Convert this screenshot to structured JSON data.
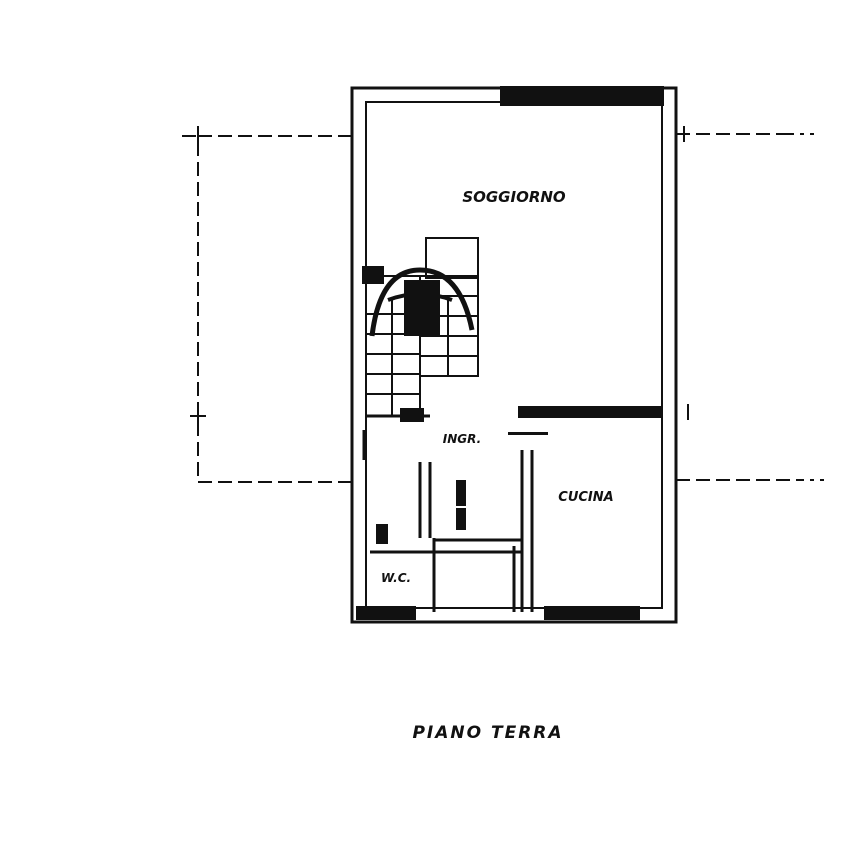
{
  "rooms": {
    "living": "SOGGIORNO",
    "kitchen": "CUCINA",
    "hall": "INGR.",
    "wc": "W.C."
  },
  "floor_title": "PIANO TERRA",
  "colors": {
    "ink": "#111111",
    "paper": "#ffffff"
  }
}
